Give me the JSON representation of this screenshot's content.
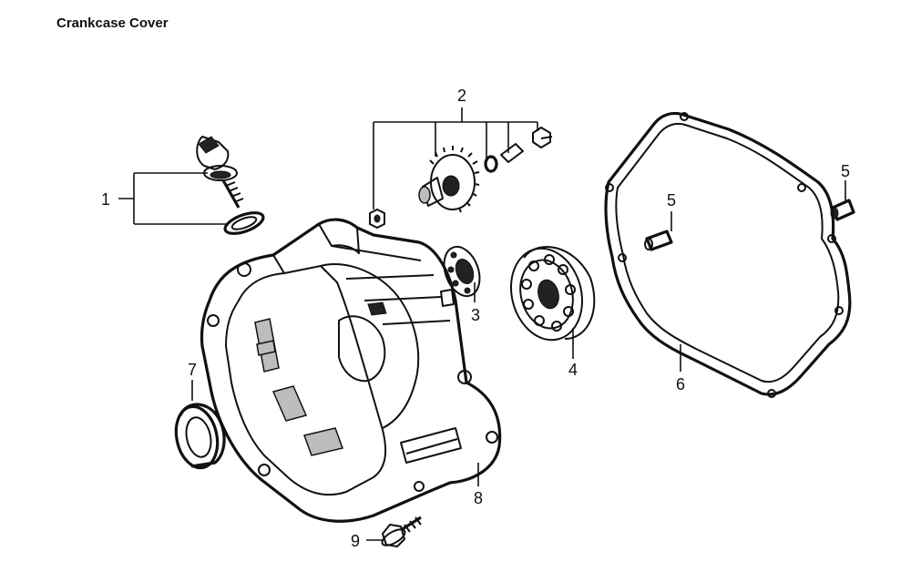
{
  "title": "Crankcase Cover",
  "callouts": {
    "c1": "1",
    "c2": "2",
    "c3": "3",
    "c4": "4",
    "c5a": "5",
    "c5b": "5",
    "c6": "6",
    "c7": "7",
    "c8": "8",
    "c9": "9"
  }
}
